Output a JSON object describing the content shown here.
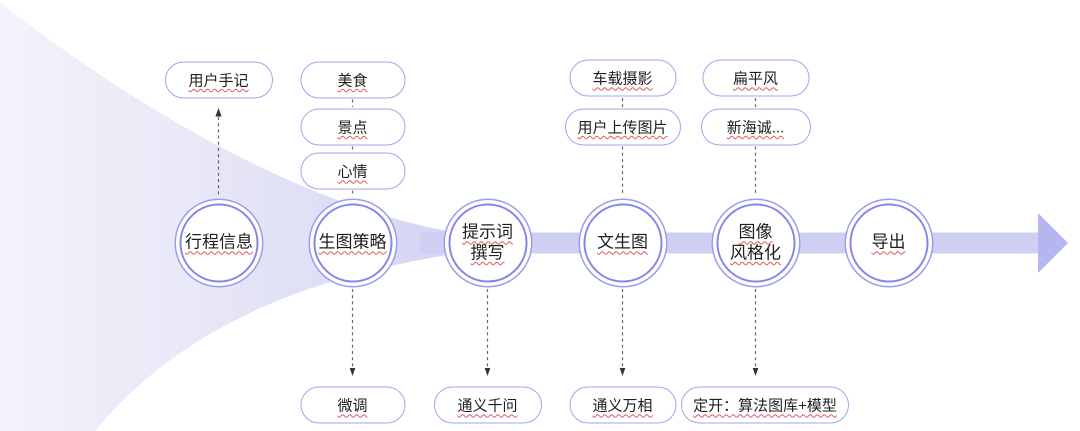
{
  "diagram": {
    "stages": [
      {
        "id": "trip-info",
        "label": "行程信息"
      },
      {
        "id": "image-strategy",
        "label": "生图策略"
      },
      {
        "id": "prompt-writing",
        "label": "提示词\n撰写"
      },
      {
        "id": "text-to-image",
        "label": "文生图"
      },
      {
        "id": "stylization",
        "label": "图像\n风格化"
      },
      {
        "id": "export",
        "label": "导出"
      }
    ],
    "top_tags": [
      {
        "id": "user-notes",
        "label": "用户手记"
      },
      {
        "id": "food",
        "label": "美食"
      },
      {
        "id": "scenery",
        "label": "景点"
      },
      {
        "id": "mood",
        "label": "心情"
      },
      {
        "id": "car-photography",
        "label": "车载摄影"
      },
      {
        "id": "user-upload",
        "label": "用户上传图片"
      },
      {
        "id": "flat-style",
        "label": "扁平风"
      },
      {
        "id": "shinkai",
        "label": "新海诚..."
      }
    ],
    "bottom_tags": [
      {
        "id": "finetune",
        "label": "微调"
      },
      {
        "id": "qianwen",
        "label": "通义千问"
      },
      {
        "id": "wanxiang",
        "label": "通义万相"
      },
      {
        "id": "custom-dev",
        "label": "定开：算法图库+模型"
      }
    ],
    "colors": {
      "funnel_light": "#f3f3fb",
      "funnel_mid": "#e7e7f7",
      "funnel_deep": "#d4d4f3",
      "band": "#cfcff3",
      "arrowhead": "#b5b5ef",
      "circle_border": "#8486ea",
      "circle_ring": "#9b9cf0",
      "pill_border": "#a3a4ec",
      "connector": "#666666",
      "arrow_small": "#333333",
      "squiggle": "#e25555",
      "text": "#1f1f1f"
    }
  }
}
